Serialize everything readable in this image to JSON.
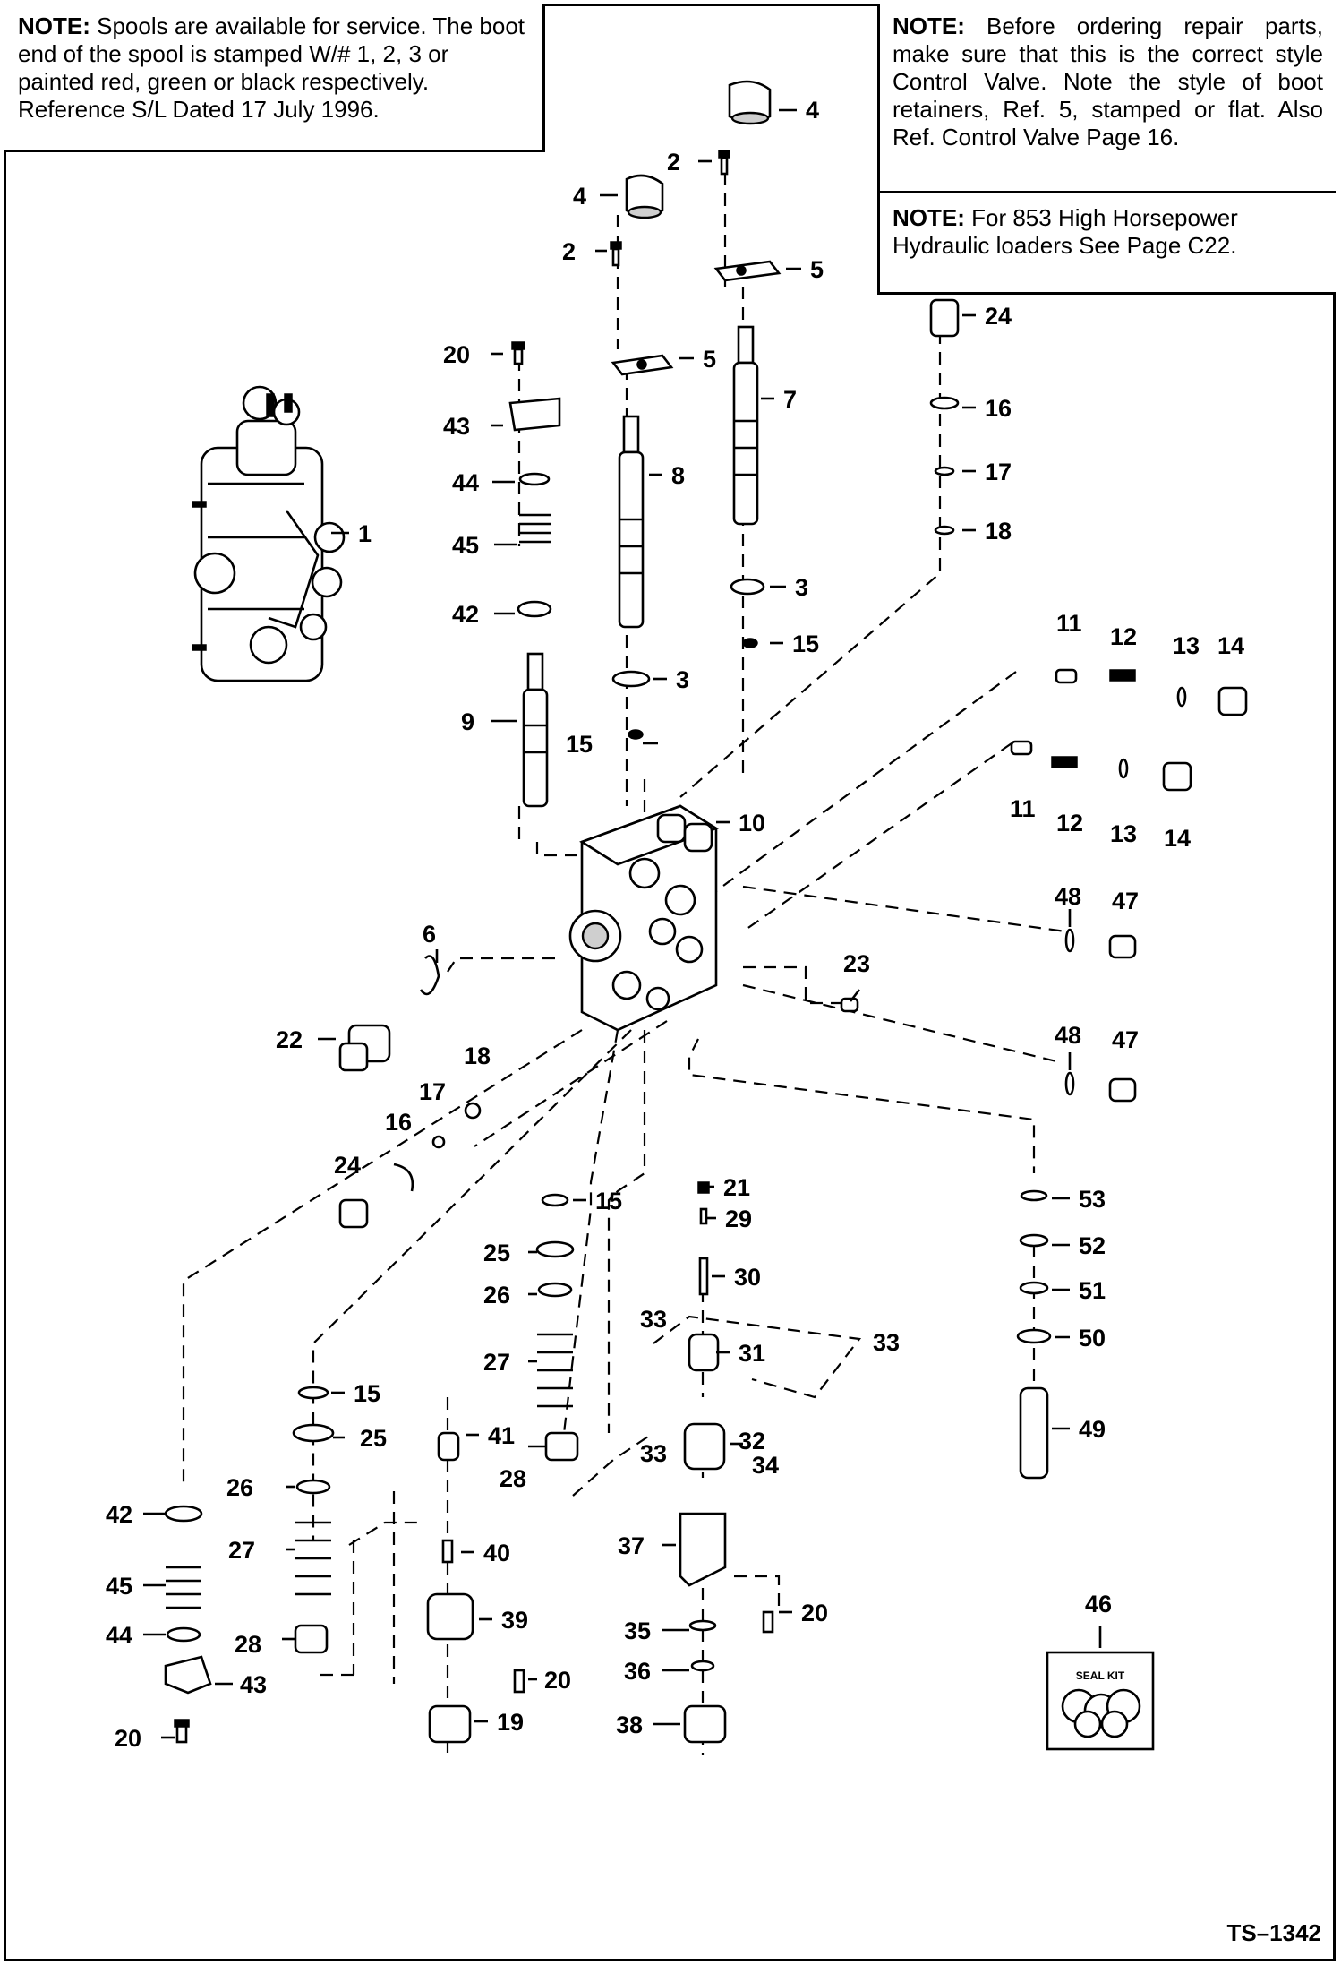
{
  "notes": {
    "left": {
      "heading": "NOTE:",
      "text": "Spools are available for service. The boot end of the spool is stamped W/# 1, 2, 3 or painted red, green or black respectively. Reference S/L Dated 17 July 1996."
    },
    "right_top": {
      "heading": "NOTE:",
      "text": "Before ordering repair parts, make sure that this is the correct style Control Valve. Note the style of boot retainers, Ref. 5, stamped or flat. Also Ref. Control Valve Page 16."
    },
    "right_bottom": {
      "heading": "NOTE:",
      "text": "For 853 High Horsepower Hydraulic loaders See Page C22."
    }
  },
  "seal_kit": {
    "label": "SEAL KIT",
    "ref": "46"
  },
  "drawing_id": "TS–1342",
  "callouts": {
    "c1": "1",
    "c2a": "2",
    "c2b": "2",
    "c3a": "3",
    "c3b": "3",
    "c4a": "4",
    "c4b": "4",
    "c5a": "5",
    "c5b": "5",
    "c6": "6",
    "c7": "7",
    "c8": "8",
    "c9": "9",
    "c10": "10",
    "c11a": "11",
    "c11b": "11",
    "c12a": "12",
    "c12b": "12",
    "c13a": "13",
    "c13b": "13",
    "c14a": "14",
    "c14b": "14",
    "c15a": "15",
    "c15b": "15",
    "c15c": "15",
    "c15d": "15",
    "c16a": "16",
    "c16b": "16",
    "c17a": "17",
    "c17b": "17",
    "c18a": "18",
    "c18b": "18",
    "c19": "19",
    "c20a": "20",
    "c20b": "20",
    "c20c": "20",
    "c20d": "20",
    "c21": "21",
    "c22": "22",
    "c23": "23",
    "c24a": "24",
    "c24b": "24",
    "c25a": "25",
    "c25b": "25",
    "c26a": "26",
    "c26b": "26",
    "c27a": "27",
    "c27b": "27",
    "c28a": "28",
    "c28b": "28",
    "c29": "29",
    "c30": "30",
    "c31": "31",
    "c32": "32",
    "c33a": "33",
    "c33b": "33",
    "c33c": "33",
    "c34": "34",
    "c35": "35",
    "c36": "36",
    "c37": "37",
    "c38": "38",
    "c39": "39",
    "c40": "40",
    "c41": "41",
    "c42a": "42",
    "c42b": "42",
    "c43a": "43",
    "c43b": "43",
    "c44a": "44",
    "c44b": "44",
    "c45a": "45",
    "c45b": "45",
    "c46": "46",
    "c47a": "47",
    "c47b": "47",
    "c48a": "48",
    "c48b": "48",
    "c49": "49",
    "c50": "50",
    "c51": "51",
    "c52": "52",
    "c53": "53"
  }
}
